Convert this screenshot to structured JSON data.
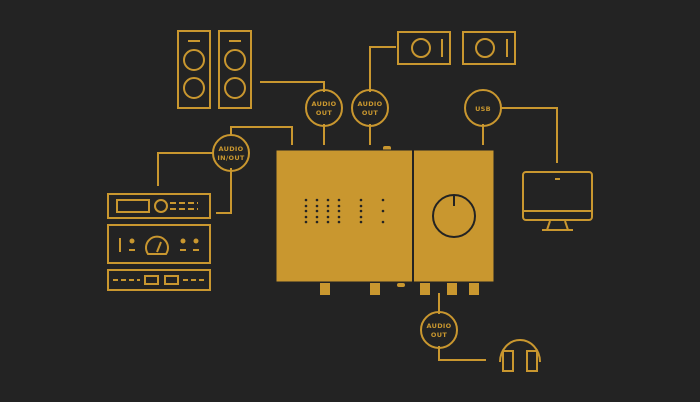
{
  "colors": {
    "background": "#232323",
    "accent": "#c9972f",
    "interface_fill": "#c9972f",
    "interface_line": "#232323"
  },
  "nodes": [
    {
      "id": "speakers",
      "icon": "speaker-icon",
      "count": 2
    },
    {
      "id": "monitors",
      "icon": "studio-monitor-icon",
      "count": 2
    },
    {
      "id": "rack",
      "icon": "rack-gear-icon"
    },
    {
      "id": "computer",
      "icon": "monitor-icon"
    },
    {
      "id": "headphones",
      "icon": "headphones-icon"
    },
    {
      "id": "interface",
      "icon": "audio-interface-icon"
    }
  ],
  "connectors": {
    "speakers_out": {
      "line1": "AUDIO",
      "line2": "OUT"
    },
    "monitors_out": {
      "line1": "AUDIO",
      "line2": "OUT"
    },
    "rack_io": {
      "line1": "AUDIO",
      "line2": "IN/OUT"
    },
    "usb": {
      "line1": "USB"
    },
    "headphones_out": {
      "line1": "AUDIO",
      "line2": "OUT"
    }
  }
}
